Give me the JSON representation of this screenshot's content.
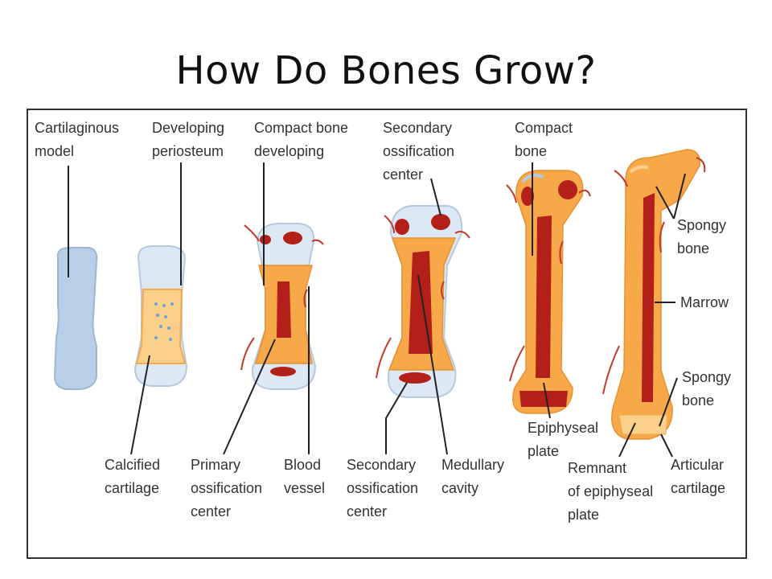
{
  "title": "How Do Bones Grow?",
  "colors": {
    "bone": "#f7a94a",
    "bone_light": "#fbd08a",
    "marrow": "#b3201a",
    "cartilage": "#b9cfe8",
    "vessel": "#c0392b",
    "line": "#222222"
  },
  "labels": {
    "cartilaginous_model": "Cartilaginous\nmodel",
    "developing_periosteum": "Developing\nperiosteum",
    "compact_bone_developing": "Compact bone\ndeveloping",
    "secondary_ossification_center_top": "Secondary\nossification\ncenter",
    "compact_bone": "Compact\nbone",
    "spongy_bone_top": "Spongy\nbone",
    "marrow": "Marrow",
    "spongy_bone_bottom": "Spongy\nbone",
    "calcified_cartilage": "Calcified\ncartilage",
    "primary_ossification_center": "Primary\nossification\ncenter",
    "blood_vessel": "Blood\nvessel",
    "secondary_ossification_center_bottom": "Secondary\nossification\ncenter",
    "medullary_cavity": "Medullary\ncavity",
    "epiphyseal_plate": "Epiphyseal\nplate",
    "remnant_epiphyseal_plate": "Remnant\nof epiphyseal\nplate",
    "articular_cartilage": "Articular\ncartilage"
  }
}
